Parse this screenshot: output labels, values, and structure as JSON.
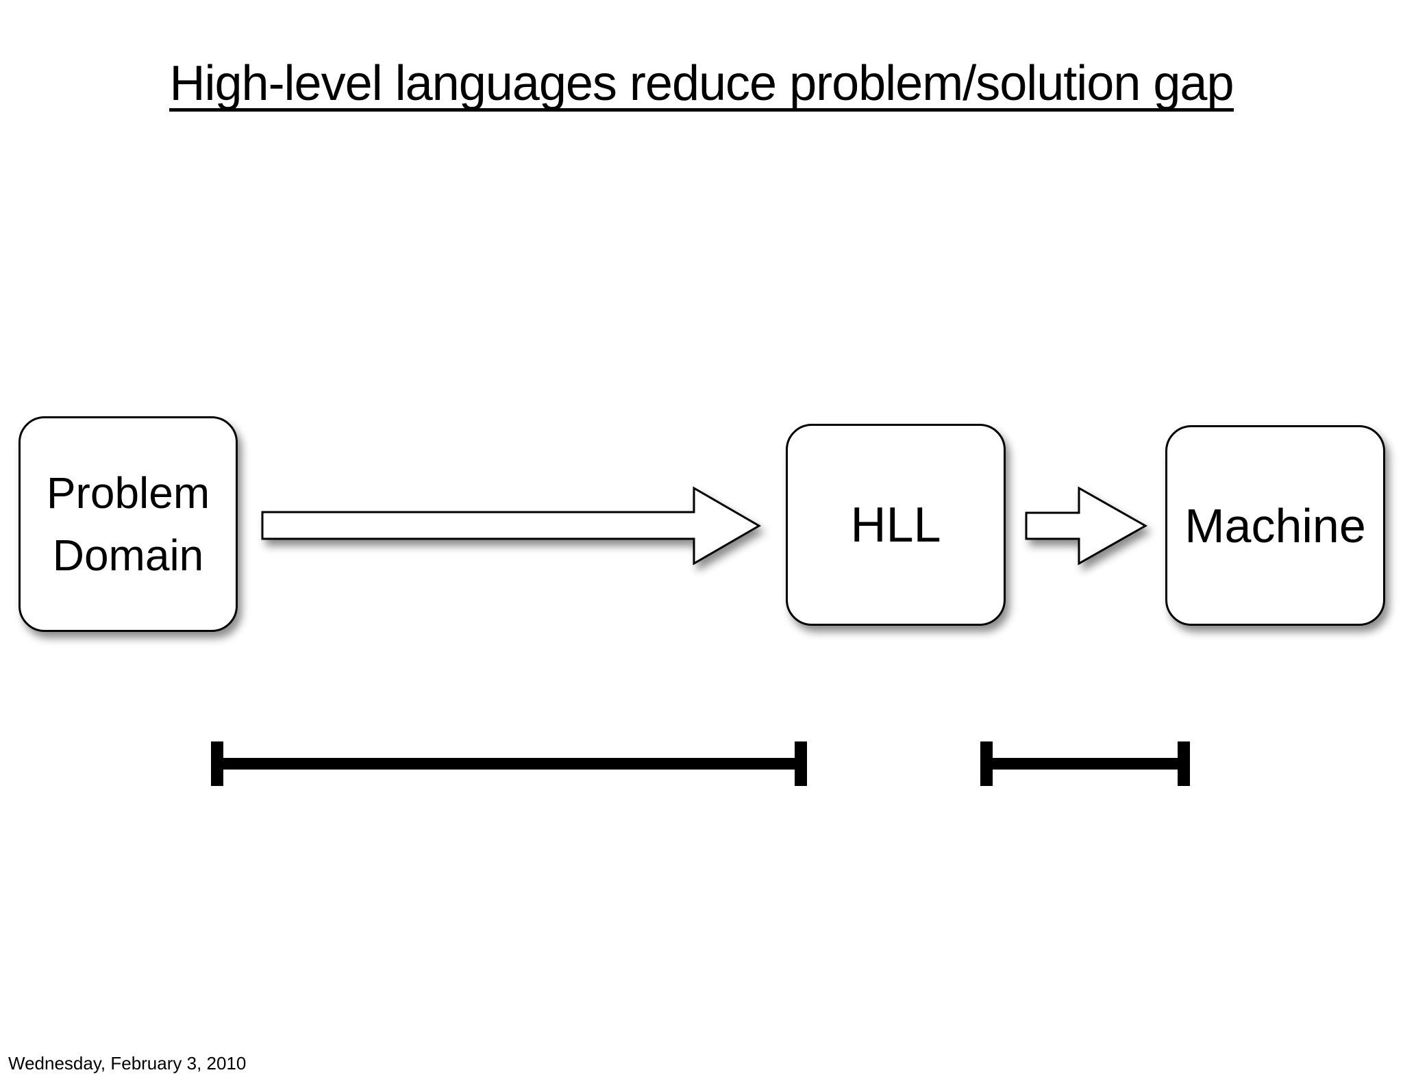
{
  "title": {
    "text": "High-level languages reduce problem/solution gap",
    "underlined": true
  },
  "footer": {
    "text": "Wednesday, February 3, 2010"
  },
  "colors": {
    "background": "#ffffff",
    "foreground": "#000000",
    "shape_fill": "#ffffff",
    "shape_stroke": "#000000",
    "shadow": "rgba(0,0,0,0.45)"
  },
  "diagram": {
    "nodes": [
      {
        "id": "problem-domain",
        "label": "Problem Domain"
      },
      {
        "id": "hll",
        "label": "HLL"
      },
      {
        "id": "machine",
        "label": "Machine"
      }
    ],
    "arrows": [
      {
        "from": "Problem Domain",
        "to": "HLL",
        "relative_length": "long"
      },
      {
        "from": "HLL",
        "to": "Machine",
        "relative_length": "short"
      }
    ],
    "gap_markers": [
      {
        "under": "Problem Domain to HLL",
        "relative_length": "long"
      },
      {
        "under": "HLL to Machine",
        "relative_length": "short"
      }
    ]
  }
}
